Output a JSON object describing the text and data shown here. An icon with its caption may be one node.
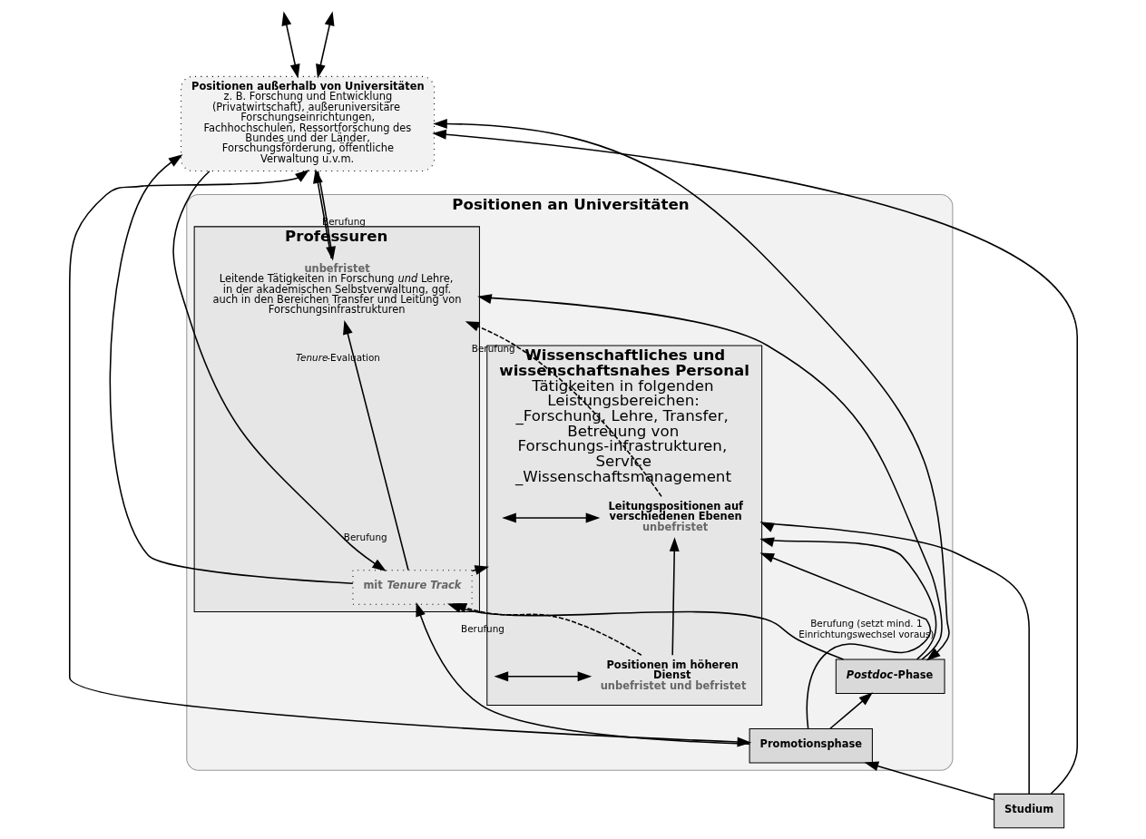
{
  "diagram": {
    "nodes": [
      {
        "text": [
          "Positionen an Universitäten"
        ]
      },
      {
        "text": [
          "Wissenschaftliches und wissenschaftsnahes Personal",
          "Tätigkeiten in folgenden Leistungsbereichen: _Forschung, Lehre, Transfer, Betreuung von Forschungs-infrastrukturen, Service _Wissenschaftsmanagement"
        ],
        "in": 0
      },
      {
        "text": [
          "Leitungspositionen auf verschiedenen Ebenen",
          "unbefristet"
        ],
        "in": 1
      },
      {
        "text": [
          "Positionen im höheren Dienst",
          "unbefristet und befristet"
        ],
        "in": 1
      },
      {
        "text": [
          "Professuren"
        ],
        "in": 0
      },
      {
        "text": [
          "unbefristet",
          "Leitende Tätigkeiten in Forschung *und* Lehre, in der akademischen Selbstverwaltung, ggf. auch in den Bereichen Transfer und Leitung von Forschungsinfrastrukturen"
        ],
        "in": 4
      },
      {
        "text": [
          "mit *Tenure Track*"
        ],
        "in": 4
      },
      {
        "text": [
          "*Postdoc*-Phase"
        ],
        "in": 0
      },
      {
        "text": [
          "Promotionsphase"
        ],
        "in": 0
      },
      {
        "text": [
          "Studium"
        ]
      },
      {
        "text": [
          "Positionen außerhalb von Universitäten",
          "z. B. Forschung und Entwicklung (Privatwirtschaft), außeruniversitäre Forschungseinrichtungen, Fachhochschulen, Ressortforschung des Bundes und der Länder, Forschungsförderung, öffentliche Verwaltung u.v.m."
        ]
      }
    ],
    "edges": [
      {
        "from": 9,
        "to": 1,
        "arrow": "to"
      },
      {
        "from": 9,
        "to": 8,
        "arrow": "to"
      },
      {
        "from": 9,
        "to": 10,
        "arrow": "to"
      },
      {
        "from": 8,
        "to": 7,
        "arrow": "to"
      },
      {
        "from": 7,
        "to": 4,
        "arrow": "to"
      },
      {
        "from": 7,
        "to": 6,
        "arrow": "to",
        "label": "Berufung (setzt mind. 1 Einrichtungswechsel voraus)"
      },
      {
        "from": 8,
        "to": 6,
        "arrow": "to"
      },
      {
        "from": 6,
        "to": 5,
        "arrow": "to",
        "label": "*Tenure*-Evaluation"
      },
      {
        "from": 3,
        "to": 2,
        "arrow": "to"
      },
      {
        "from": 2,
        "to": 5,
        "arrow": "to",
        "label": "Berufung",
        "style": "dashed"
      },
      {
        "from": 3,
        "to": 6,
        "arrow": "to",
        "label": "Berufung",
        "style": "dashed"
      },
      {
        "from": 6,
        "to": 1,
        "arrow": "to"
      },
      {
        "from": 7,
        "to": 1,
        "arrow": "to"
      },
      {
        "from": 8,
        "to": 1,
        "arrow": "to"
      },
      {
        "from": null,
        "to": 2,
        "arrow": "both"
      },
      {
        "from": null,
        "to": 3,
        "arrow": "both"
      },
      {
        "from": 10,
        "to": 5,
        "arrow": "to",
        "label": "Berufung"
      },
      {
        "from": 5,
        "to": 10,
        "arrow": "to"
      },
      {
        "from": 6,
        "to": 10,
        "arrow": "to"
      },
      {
        "from": 10,
        "to": 6,
        "arrow": "to",
        "label": "Berufung"
      },
      {
        "from": 7,
        "to": 10,
        "arrow": "both"
      },
      {
        "from": 8,
        "to": 10,
        "arrow": "both"
      },
      {
        "from": 10,
        "to": null,
        "arrow": "both"
      },
      {
        "from": 10,
        "to": null,
        "arrow": "both"
      }
    ]
  }
}
